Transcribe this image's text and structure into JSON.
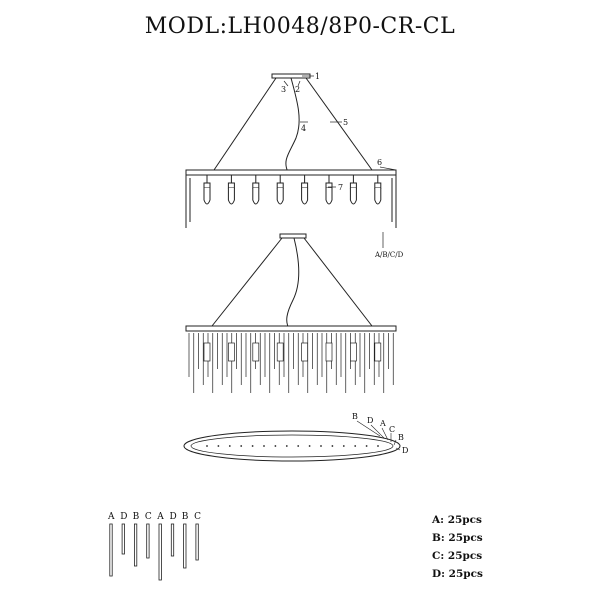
{
  "title": "MODL:LH0048/8P0-CR-CL",
  "callouts": {
    "c1": "1",
    "c2": "2",
    "c3": "3",
    "c4": "4",
    "c5": "5",
    "c6": "6",
    "c7": "7",
    "abcd": "A/B/C/D"
  },
  "top_view_labels": {
    "b": "B",
    "d": "D",
    "a": "A",
    "c": "C",
    "b2": "B",
    "d2": "D"
  },
  "crystal_labels": [
    "A",
    "D",
    "B",
    "C",
    "A",
    "D",
    "B",
    "C"
  ],
  "quantities": [
    {
      "label": "A:",
      "value": "25pcs"
    },
    {
      "label": "B:",
      "value": "25pcs"
    },
    {
      "label": "C:",
      "value": "25pcs"
    },
    {
      "label": "D:",
      "value": "25pcs"
    }
  ]
}
